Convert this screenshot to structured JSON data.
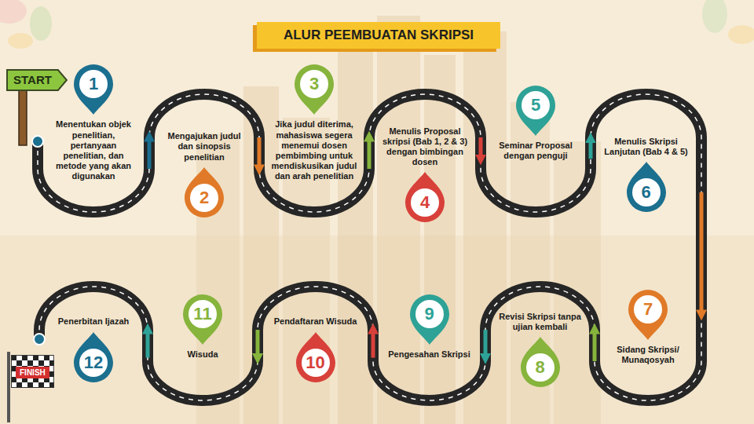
{
  "diagram": {
    "title": "ALUR PEEMBUATAN SKRIPSI",
    "nodes": [
      {
        "text": [
          "START"
        ]
      },
      {
        "text": [
          "1",
          "Menentukan objek penelitian, pertanyaan penelitian, dan metode yang akan digunakan"
        ]
      },
      {
        "text": [
          "2",
          "Mengajukan judul dan sinopsis penelitian"
        ]
      },
      {
        "text": [
          "3",
          "Jika judul diterima, mahasiswa segera menemui dosen pembimbing untuk mendiskusikan judul dan arah penelitian"
        ]
      },
      {
        "text": [
          "4",
          "Menulis Proposal skripsi (Bab 1, 2 & 3) dengan bimbingan dosen"
        ]
      },
      {
        "text": [
          "5",
          "Seminar Proposal dengan penguji"
        ]
      },
      {
        "text": [
          "6",
          "Menulis Skripsi Lanjutan (Bab 4 & 5)"
        ]
      },
      {
        "text": [
          "7",
          "Sidang Skripsi/ Munaqosyah"
        ]
      },
      {
        "text": [
          "8",
          "Revisi Skripsi tanpa ujian kembali"
        ]
      },
      {
        "text": [
          "9",
          "Pengesahan Skripsi"
        ]
      },
      {
        "text": [
          "10",
          "Pendaftaran Wisuda"
        ]
      },
      {
        "text": [
          "11",
          "Wisuda"
        ]
      },
      {
        "text": [
          "12",
          "Penerbitan Ijazah"
        ]
      },
      {
        "text": [
          "FINISH"
        ]
      }
    ],
    "edges": [
      {
        "from": 1,
        "to": 2,
        "arrow": "to"
      },
      {
        "from": 2,
        "to": 3,
        "arrow": "to"
      },
      {
        "from": 3,
        "to": 4,
        "arrow": "to"
      },
      {
        "from": 4,
        "to": 5,
        "arrow": "to"
      },
      {
        "from": 5,
        "to": 6,
        "arrow": "to"
      },
      {
        "from": 6,
        "to": 7,
        "arrow": "to"
      },
      {
        "from": 7,
        "to": 8,
        "arrow": "to"
      },
      {
        "from": 8,
        "to": 9,
        "arrow": "to"
      },
      {
        "from": 9,
        "to": 10,
        "arrow": "to"
      },
      {
        "from": 10,
        "to": 11,
        "arrow": "to"
      },
      {
        "from": 11,
        "to": 12,
        "arrow": "to"
      }
    ]
  }
}
